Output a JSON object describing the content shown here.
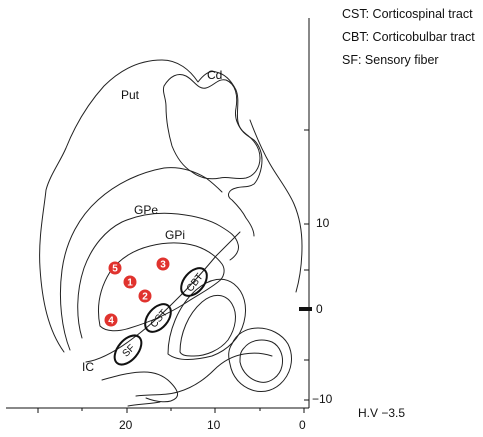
{
  "legend": [
    "CST: Corticospinal tract",
    "CBT: Corticobulbar tract",
    "SF: Sensory fiber"
  ],
  "structures": {
    "put": "Put",
    "cd": "Cd",
    "gpe": "GPe",
    "gpi": "GPi",
    "ic": "IC"
  },
  "tracts": {
    "cbt": "CBT",
    "cst": "CST",
    "sf": "SF"
  },
  "electrodes": [
    "1",
    "2",
    "3",
    "4",
    "5"
  ],
  "colors": {
    "electrode": "#e0332e",
    "line": "#222222"
  },
  "axes": {
    "x_ticks": [
      "20",
      "10",
      "0"
    ],
    "y_ticks": [
      "10",
      "0",
      "−10"
    ],
    "plane_label": "H.V −3.5"
  }
}
